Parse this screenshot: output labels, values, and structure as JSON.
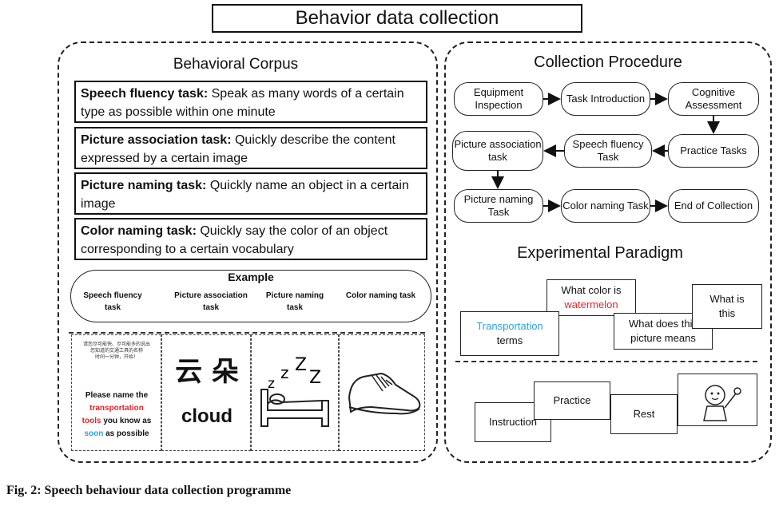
{
  "title": "Behavior data collection",
  "corpus": {
    "title": "Behavioral Corpus",
    "tasks": [
      {
        "name": "Speech fluency task:",
        "desc": " Speak as many words of a certain type as possible within one minute"
      },
      {
        "name": "Picture association task:",
        "desc": " Quickly describe the content expressed by a certain image"
      },
      {
        "name": "Picture naming task:",
        "desc": " Quickly name an object in a certain image"
      },
      {
        "name": "Color naming task:",
        "desc": " Quickly say the color of an object corresponding to a certain vocabulary"
      }
    ],
    "example": {
      "title": "Example",
      "items": [
        "Speech fluency task",
        "Picture association task",
        "Picture naming task",
        "Color naming task"
      ]
    },
    "panel1": {
      "cn_line1": "请您尽可能快、尽可能多的说出",
      "cn_line2": "您知道的交通工具的名称",
      "cn_line3": "时间一分钟，开始！",
      "en_a": "Please name the",
      "en_b": "transportation",
      "en_c": "tools",
      "en_d": " you know as",
      "en_e": "soon",
      "en_f": " as possible"
    },
    "panel2": {
      "chars": "云 朵",
      "word": "cloud"
    }
  },
  "procedure": {
    "title": "Collection Procedure",
    "steps": [
      "Equipment Inspection",
      "Task Introduction",
      "Cognitive Assessment",
      "Practice Tasks",
      "Speech fluency Task",
      "Picture association task",
      "Picture naming Task",
      "Color naming Task",
      "End of Collection"
    ]
  },
  "paradigm": {
    "title": "Experimental Paradigm",
    "scroll_transport_a": "Transportation",
    "scroll_transport_b": "terms",
    "scroll_color_a": "What color is",
    "scroll_color_b": "watermelon",
    "scroll_picture": "What does this picture means",
    "scroll_what": "What is this",
    "seq": [
      "Instruction",
      "Practice",
      "Rest"
    ]
  },
  "caption": "Fig. 2: Speech behaviour data collection programme",
  "colors": {
    "red": "#e8222a",
    "blue": "#2aa3dc"
  }
}
